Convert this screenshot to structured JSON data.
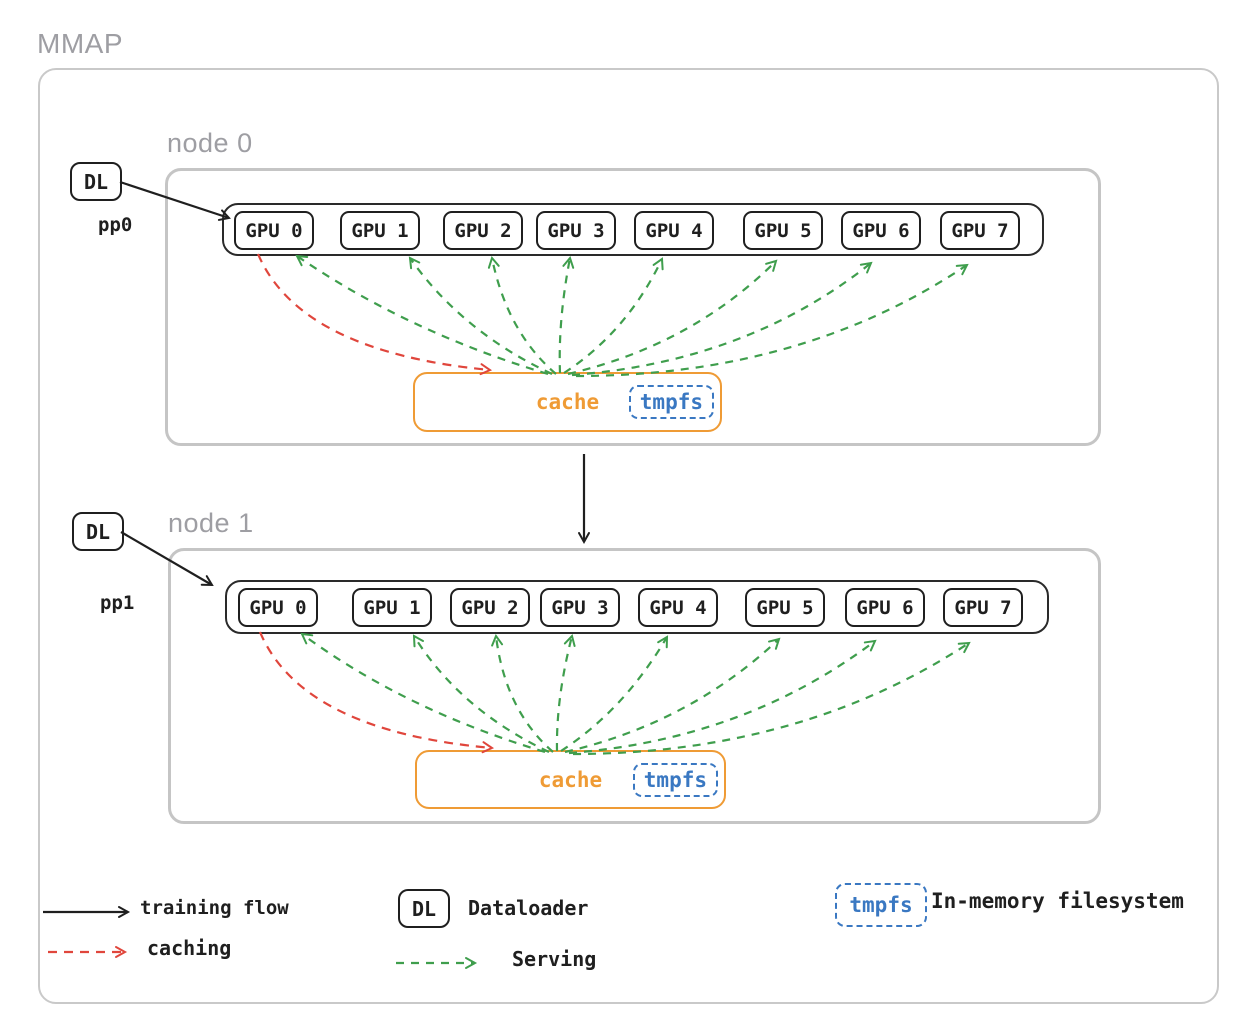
{
  "title": "MMAP",
  "nodes": [
    {
      "label": "node 0",
      "dataloader": "DL",
      "pipeline": "pp0",
      "gpus": [
        "GPU 0",
        "GPU 1",
        "GPU 2",
        "GPU 3",
        "GPU 4",
        "GPU 5",
        "GPU 6",
        "GPU 7"
      ],
      "cache_label": "cache",
      "tmpfs_label": "tmpfs"
    },
    {
      "label": "node 1",
      "dataloader": "DL",
      "pipeline": "pp1",
      "gpus": [
        "GPU 0",
        "GPU 1",
        "GPU 2",
        "GPU 3",
        "GPU 4",
        "GPU 5",
        "GPU 6",
        "GPU 7"
      ],
      "cache_label": "cache",
      "tmpfs_label": "tmpfs"
    }
  ],
  "legend": {
    "training_flow_label": "training flow",
    "caching_label": "caching",
    "dataloader_box_label": "DL",
    "dataloader_label": "Dataloader",
    "serving_label": "Serving",
    "tmpfs_box_label": "tmpfs",
    "in_memory_label": "In-memory filesystem"
  },
  "colors": {
    "cache_orange": "#ef9b35",
    "tmpfs_blue": "#3a78c2",
    "serving_green": "#3f9e4d",
    "caching_red": "#e0463c",
    "label_gray": "#9e9ea3",
    "container_border_gray": "#c9c9c9",
    "ink_black": "#1f1f1f"
  }
}
